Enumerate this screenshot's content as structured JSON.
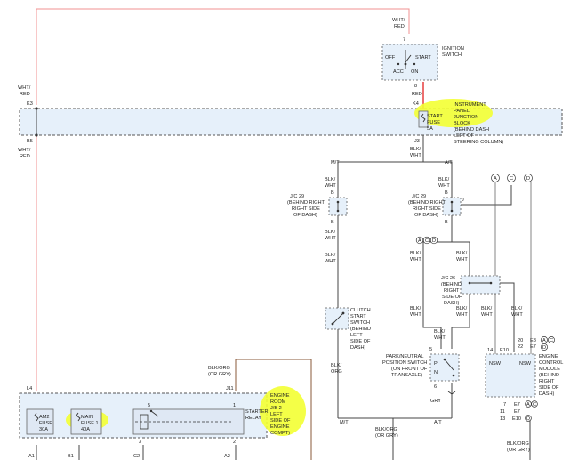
{
  "ignition_switch": {
    "wire_top": [
      "WHT/",
      "RED"
    ],
    "pin_top": "7",
    "label": [
      "IGNITION",
      "SWITCH"
    ],
    "off": "OFF",
    "start": "START",
    "acc": "ACC",
    "on": "ON",
    "pin_bottom": "8",
    "wire_bottom": "RED"
  },
  "left_feed": {
    "wire_top": [
      "WHT/",
      "RED"
    ],
    "pin_k3": "K3",
    "pin_b5": "B5",
    "wire_mid": [
      "WHT/",
      "RED"
    ],
    "pin_l4": "L4",
    "pin_a1": "A1",
    "pin_b1": "B1",
    "pin_c2": "C2",
    "pin_a2": "A2"
  },
  "ip_junction": {
    "pin_k4": "K4",
    "fuse_label": [
      "START",
      "FUSE",
      "5A"
    ],
    "block_label": [
      "INSTRUMENT",
      "PANEL",
      "JUNCTION",
      "BLOCK",
      "(BEHIND DASH",
      "LEFT OF",
      "STEERING COLUMN)"
    ],
    "pin_j3": "J3",
    "wire_out": [
      "BLK/",
      "WHT"
    ]
  },
  "branches": {
    "mt": "M/T",
    "at": "A/T",
    "wire": [
      "BLK/",
      "WHT"
    ]
  },
  "jc29": {
    "label": [
      "J/C 29",
      "(BEHIND RIGHT",
      "RIGHT SIDE",
      "OF DASH)"
    ],
    "pin_b": "B"
  },
  "jc29_right": {
    "label": [
      "J/C 29",
      "(BEHIND RIGHT",
      "RIGHT SIDE",
      "OF DASH)"
    ],
    "pin_b": "B",
    "pin_j": "J"
  },
  "circles": [
    "A",
    "C",
    "D"
  ],
  "jc26": {
    "label": [
      "J/C 26",
      "(BEHIND",
      "RIGHT",
      "SIDE OF",
      "DASH)"
    ]
  },
  "clutch_switch": {
    "label": [
      "CLUTCH",
      "START",
      "SWITCH",
      "(BEHIND",
      "LEFT",
      "SIDE OF",
      "DASH)"
    ],
    "wire_below": [
      "BLK/",
      "ORG"
    ]
  },
  "park_neutral": {
    "label": [
      "PARK/NEUTRAL",
      "POSITION SWITCH",
      "(ON FRONT OF",
      "TRANSAXLE)"
    ],
    "pin_top": "5",
    "pin_bottom": "6",
    "p": "P",
    "n": "N",
    "wire_below": "GRY"
  },
  "ecm": {
    "nsw_left": "NSW",
    "nsw_right": "NSW",
    "pin_14": "14",
    "pin_e10": "E10",
    "pin_20": "20",
    "pin_22": "22",
    "pin_e8": "E8",
    "pin_e7": "E7",
    "label": [
      "ENGINE",
      "CONTROL",
      "MODULE",
      "(BEHIND",
      "RIGHT",
      "SIDE OF",
      "DASH)"
    ],
    "bottom_rows": [
      [
        "7",
        "E7"
      ],
      [
        "11",
        "E7"
      ],
      [
        "13",
        "E10"
      ]
    ],
    "wire_below": [
      "BLK/ORG",
      "(OR GRY)"
    ]
  },
  "engine_room": {
    "fuse1_label": [
      "AM2",
      "FUSE",
      "30A"
    ],
    "fuse2_label": [
      "MAIN",
      "FUSE 1",
      "40A"
    ],
    "relay_label": [
      "STARTER",
      "RELAY"
    ],
    "block_label": [
      "ENGINE",
      "ROOM",
      "J/B 2",
      "LEFT",
      "SIDE OF",
      "ENGINE",
      "COMPT)"
    ],
    "pin_j11": "J11",
    "pin_5": "5",
    "pin_1": "1",
    "pin_2": "2",
    "pin_3": "3",
    "wire_top": [
      "BLK/ORG",
      "(OR GRY)"
    ]
  },
  "bottom": {
    "mt": "M/T",
    "at": "A/T",
    "wire": [
      "BLK/ORG",
      "(OR GRY)"
    ]
  }
}
